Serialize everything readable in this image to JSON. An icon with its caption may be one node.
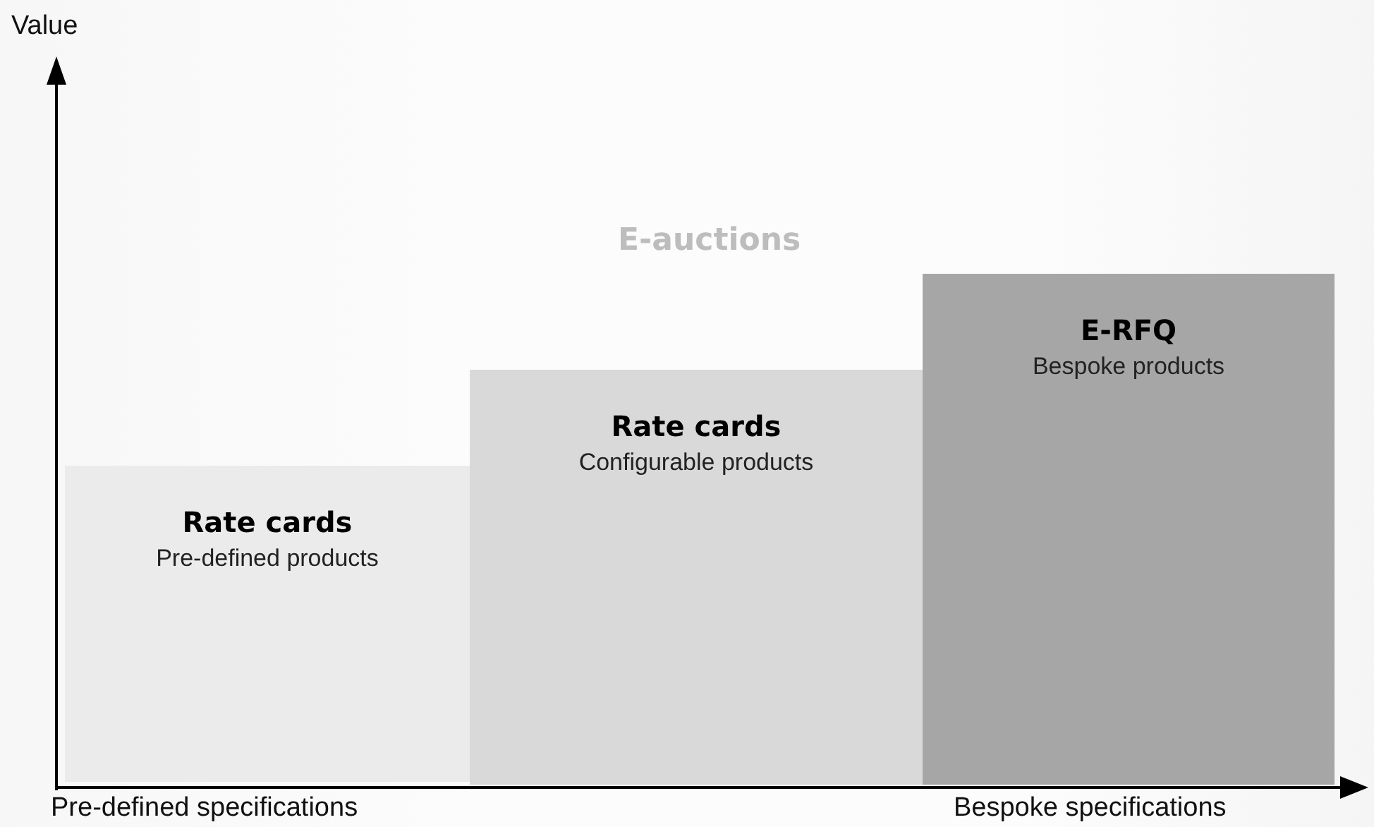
{
  "diagram": {
    "nodes": [
      {
        "text": [
          "Rate cards",
          "Pre-defined products"
        ]
      },
      {
        "text": [
          "Rate cards",
          "Configurable products"
        ]
      },
      {
        "text": [
          "E-RFQ",
          "Bespoke products"
        ]
      }
    ],
    "labels": [
      "Value",
      "E-auctions",
      "Pre-defined specifications",
      "Bespoke specifications"
    ]
  }
}
